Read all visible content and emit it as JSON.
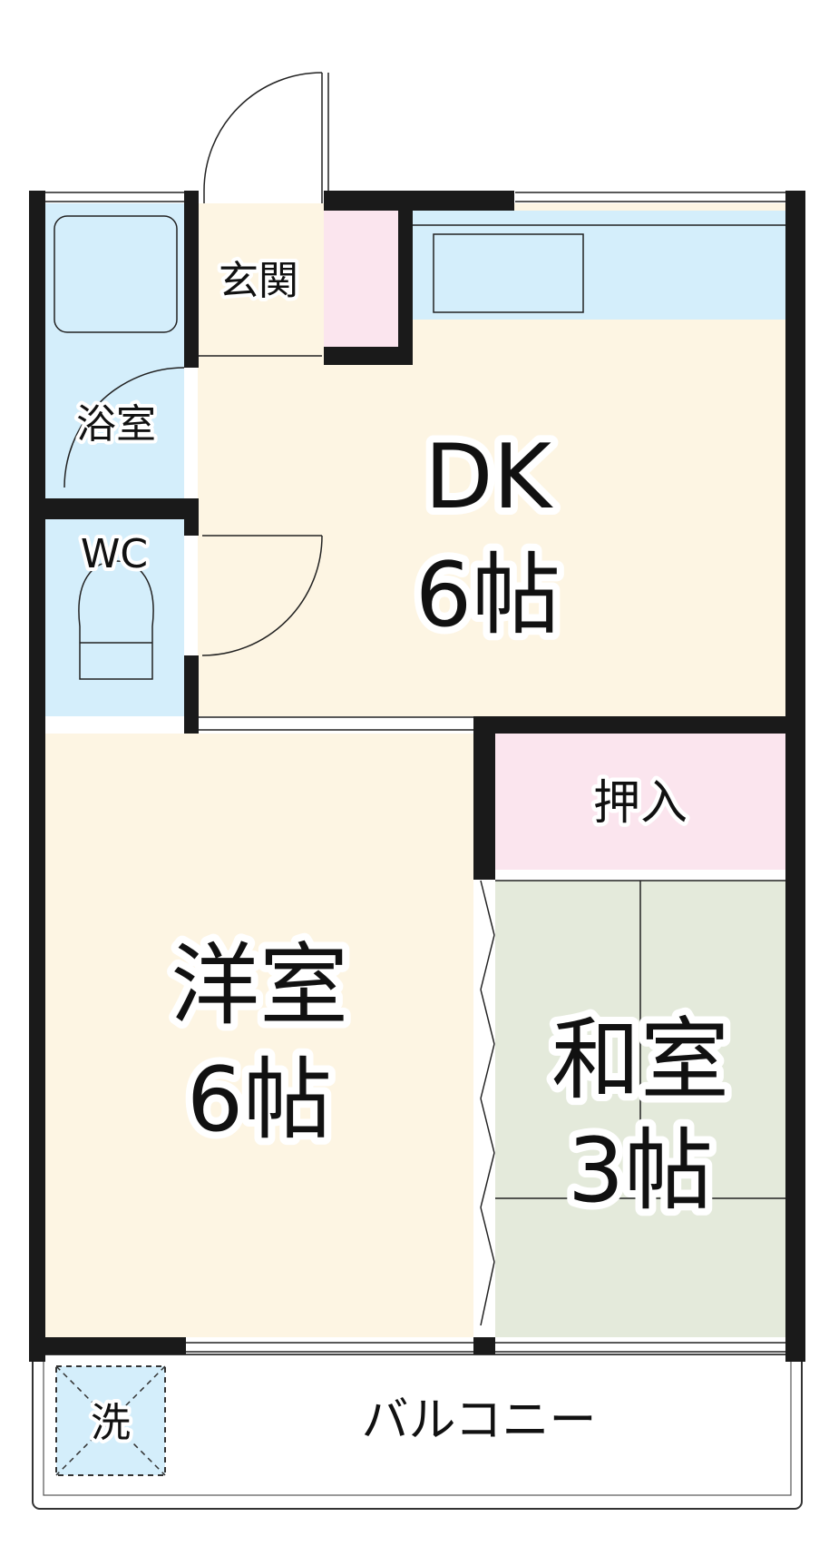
{
  "rooms": {
    "entrance": "玄関",
    "bathroom": "浴室",
    "wc": "WC",
    "dk_name": "DK",
    "dk_size": "6帖",
    "closet": "押入",
    "western_name": "洋室",
    "western_size": "6帖",
    "japanese_name": "和室",
    "japanese_size": "3帖",
    "washer": "洗",
    "balcony": "バルコニー"
  },
  "colors": {
    "floor_wood": "#fdf5e3",
    "wet_area": "#d4eefb",
    "closet": "#fbe5ee",
    "tatami": "#e4eadb",
    "wall": "#1a1a1a"
  }
}
